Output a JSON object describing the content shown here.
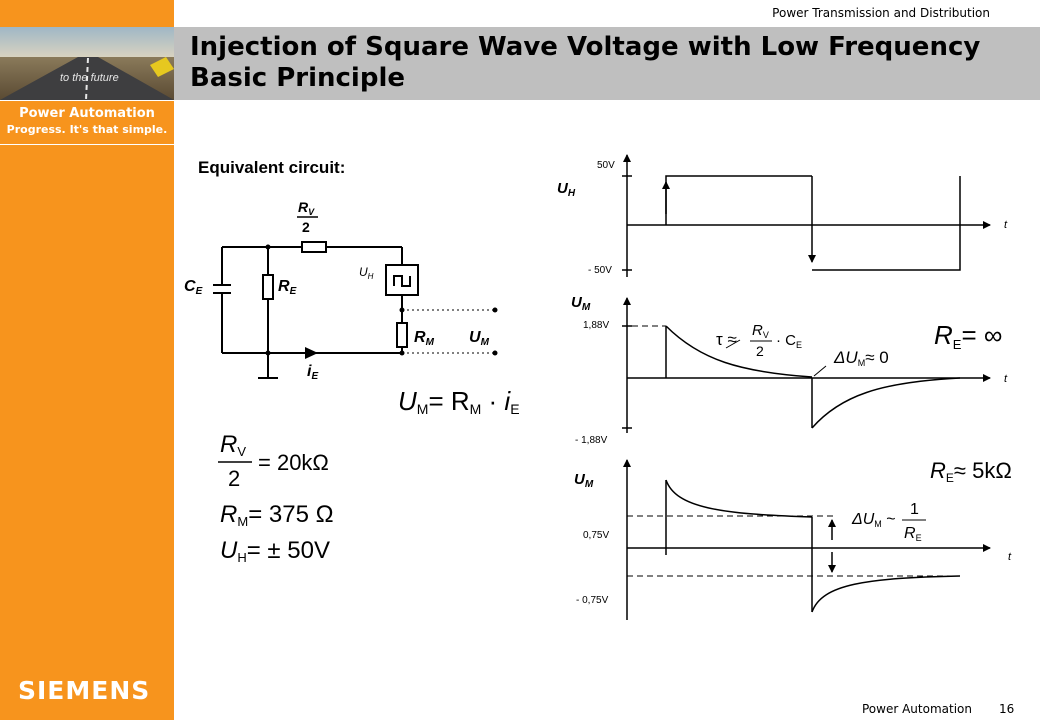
{
  "header": {
    "division": "Power Transmission and Distribution",
    "title_line1": "Injection of Square Wave Voltage with Low Frequency",
    "title_line2": "Basic Principle"
  },
  "sidebar": {
    "photo_text": "to the future",
    "brand_title": "Power Automation",
    "brand_slogan": "Progress. It's that simple.",
    "logo": "SIEMENS"
  },
  "footer": {
    "section": "Power Automation",
    "page_number": "16"
  },
  "circuit": {
    "heading": "Equivalent circuit:",
    "rv": "R",
    "rv_sub": "V",
    "rv_den": "2",
    "ce": "C",
    "ce_sub": "E",
    "re": "R",
    "re_sub": "E",
    "uh": "U",
    "uh_sub": "H",
    "rm": "R",
    "rm_sub": "M",
    "um": "U",
    "um_sub": "M",
    "ie": "i",
    "ie_sub": "E"
  },
  "formulas": {
    "um_eq": "= R",
    "rv_val": "= 20kΩ",
    "rm_val": "= 375 Ω",
    "uh_val": "= ± 50V"
  },
  "plot1": {
    "ylabel": "U",
    "ylabel_sub": "H",
    "ytick_top": "50V",
    "ytick_bottom": "- 50V",
    "xlabel": "t"
  },
  "plot2": {
    "ylabel": "U",
    "ylabel_sub": "M",
    "ytick_top": "1,88V",
    "ytick_bottom": "- 1,88V",
    "xlabel": "t",
    "tau": "τ ≈",
    "tau_num": "R",
    "tau_sub": "V",
    "tau_den": "2",
    "tau_c": "· C",
    "tau_c_sub": "E",
    "delta": "ΔU",
    "delta_sub": "M",
    "delta_val": "≈ 0",
    "re": "R",
    "re_sub": "E",
    "re_val": "= ∞"
  },
  "plot3": {
    "ylabel": "U",
    "ylabel_sub": "M",
    "ytick_top": "0,75V",
    "ytick_bottom": "- 0,75V",
    "xlabel": "t",
    "re": "R",
    "re_sub": "E",
    "re_val": "≈ 5kΩ",
    "delta": "ΔU",
    "delta_sub": "M",
    "delta_rel": "~",
    "frac_num": "1",
    "frac_den": "R",
    "frac_den_sub": "E"
  }
}
